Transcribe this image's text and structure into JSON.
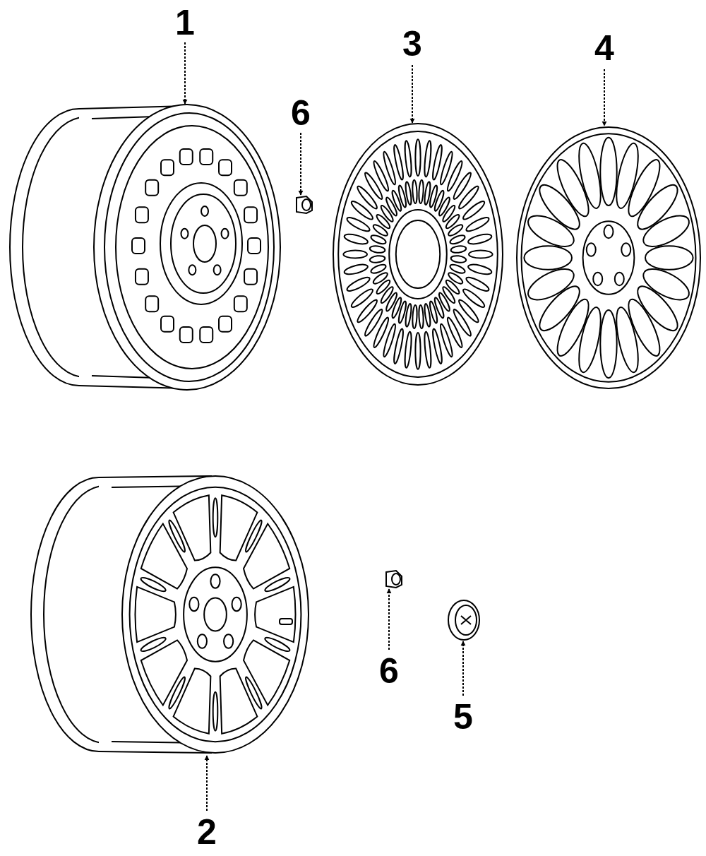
{
  "diagram": {
    "labels": [
      "1",
      "6",
      "3",
      "4",
      "2",
      "6",
      "5"
    ]
  }
}
